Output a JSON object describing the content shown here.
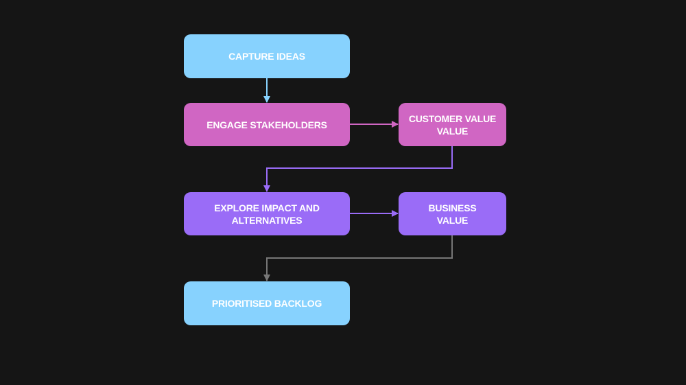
{
  "colors": {
    "background": "#151515",
    "blue": "#87d2fe",
    "magenta": "#d066c3",
    "purple": "#9a6cf7",
    "gray": "#777777",
    "text": "#ffffff"
  },
  "nodes": {
    "capture_ideas": {
      "label": "CAPTURE IDEAS",
      "color": "#87d2fe"
    },
    "engage_stakeholders": {
      "label": "ENGAGE STAKEHOLDERS",
      "color": "#d066c3"
    },
    "customer_value": {
      "line1": "CUSTOMER VALUE",
      "line2": "VALUE",
      "color": "#d066c3"
    },
    "explore_impact": {
      "line1": "EXPLORE IMPACT AND",
      "line2": "ALTERNATIVES",
      "color": "#9a6cf7"
    },
    "business_value": {
      "line1": "BUSINESS",
      "line2": "VALUE",
      "color": "#9a6cf7"
    },
    "prioritised_backlog": {
      "label": "PRIORITISED BACKLOG",
      "color": "#87d2fe"
    }
  },
  "edges": [
    {
      "from": "capture_ideas",
      "to": "engage_stakeholders",
      "color": "#87d2fe"
    },
    {
      "from": "engage_stakeholders",
      "to": "customer_value",
      "color": "#d066c3"
    },
    {
      "from": "customer_value",
      "to": "explore_impact",
      "color": "#9a6cf7"
    },
    {
      "from": "explore_impact",
      "to": "business_value",
      "color": "#9a6cf7"
    },
    {
      "from": "business_value",
      "to": "prioritised_backlog",
      "color": "#777777"
    }
  ]
}
